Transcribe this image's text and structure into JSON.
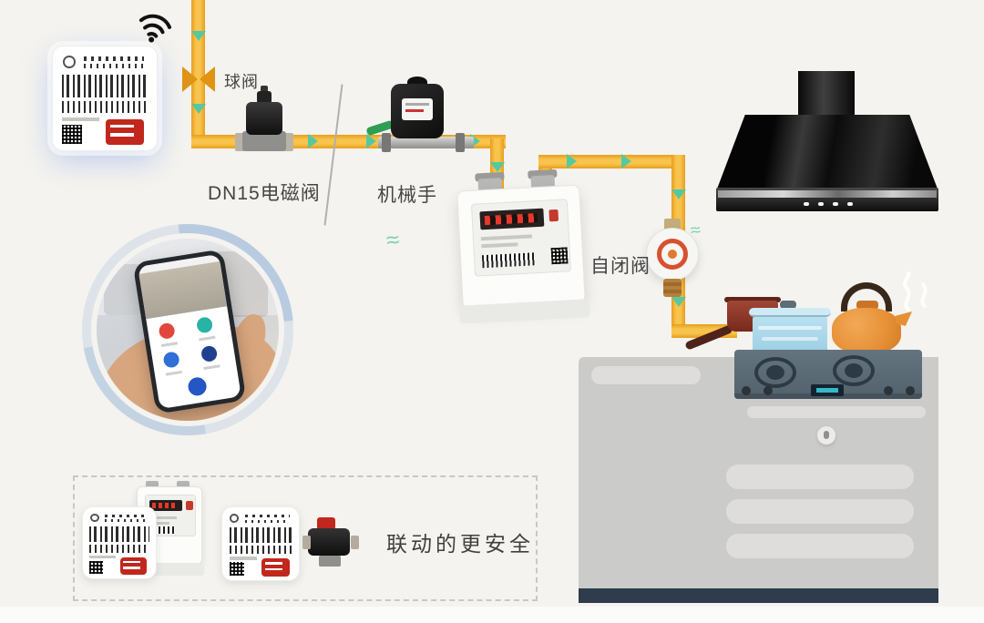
{
  "colors": {
    "background": "#f4f3ef",
    "bottom_strip": "#fbfbf9",
    "pipe_light": "#f8c44e",
    "pipe_dark": "#e79e1b",
    "ball_valve": "#df9414",
    "arrow": "#55c8a2",
    "label_text": "#454545",
    "red_badge": "#c1271d",
    "hood_black": "#101010",
    "cabinet_gray": "#cbcbc9",
    "cabinet_light": "#dedddb",
    "base_navy": "#2e3c4b",
    "cooktop_slate": "#5d6d78",
    "pot_blue": "#a9d7e8",
    "kettle_orange": "#e8923c",
    "pan_brown": "#8e3f2e",
    "valve_ring_red": "#d8512f",
    "glow_blue": "rgba(120,150,230,0.45)"
  },
  "pipeline": {
    "ball_valve_label": "球阀",
    "solenoid_valve_label": "DN15电磁阀",
    "manipulator_label": "机械手",
    "self_closing_valve_label": "自闭阀"
  },
  "footer": {
    "caption": "联动的更安全"
  }
}
